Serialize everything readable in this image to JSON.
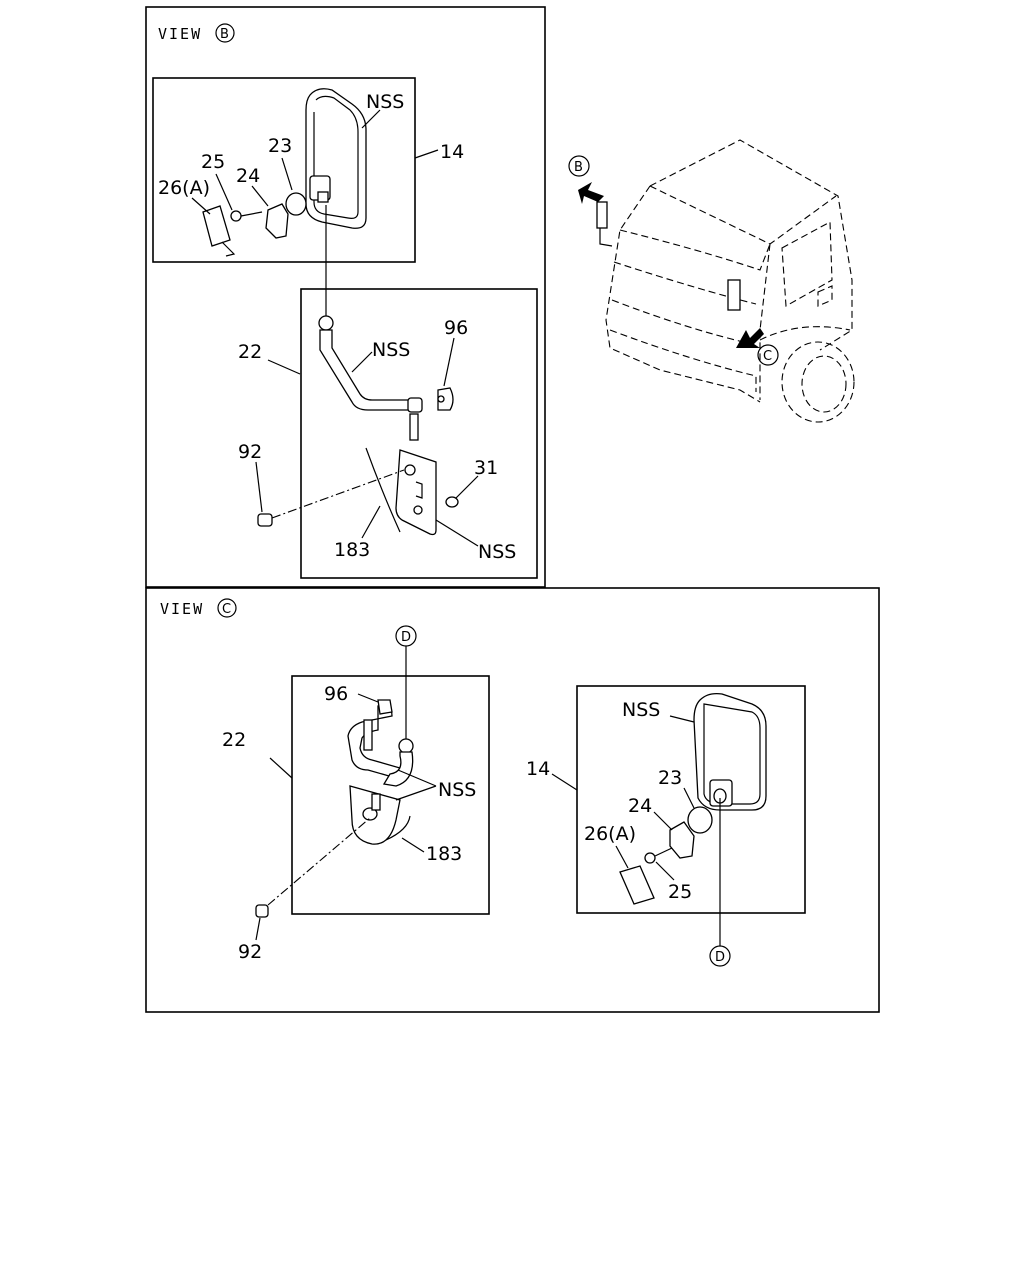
{
  "view_b": {
    "title": "VIEW",
    "marker": "B",
    "labels": {
      "nss_mirror": "NSS",
      "p14": "14",
      "p23": "23",
      "p25": "25",
      "p24": "24",
      "p26a": "26(A)",
      "p22": "22",
      "nss_stay": "NSS",
      "p96": "96",
      "p92": "92",
      "p31": "31",
      "p183": "183",
      "nss_bracket": "NSS"
    }
  },
  "view_c": {
    "title": "VIEW",
    "marker": "C",
    "labels": {
      "d_top": "D",
      "p96": "96",
      "p22": "22",
      "nss_stay": "NSS",
      "p183": "183",
      "p92": "92",
      "nss_mirror": "NSS",
      "p14": "14",
      "p23": "23",
      "p24": "24",
      "p26a": "26(A)",
      "p25": "25",
      "d_bottom": "D"
    }
  },
  "overview": {
    "marker_b": "B",
    "marker_c": "C"
  }
}
